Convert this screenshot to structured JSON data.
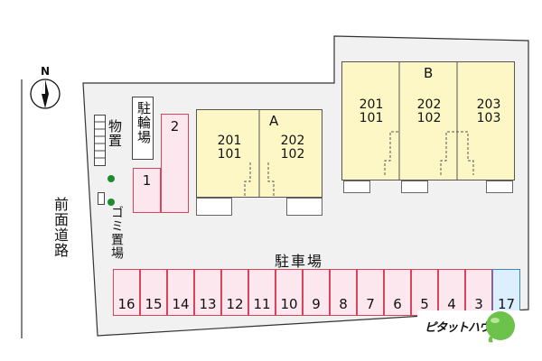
{
  "compass": {
    "label": "N"
  },
  "road": {
    "label": "前面道路"
  },
  "storage": {
    "label": "物置"
  },
  "bicycle_parking": {
    "label": "駐輪場"
  },
  "garbage": {
    "label": "ゴミ置場"
  },
  "parking_area": {
    "label": "駐車場"
  },
  "small_slots": [
    {
      "number": "1"
    },
    {
      "number": "2"
    }
  ],
  "building_a": {
    "name": "A",
    "units": [
      "201\n101",
      "202\n102"
    ]
  },
  "building_b": {
    "name": "B",
    "units": [
      "201\n101",
      "202\n102",
      "203\n103"
    ]
  },
  "bottom_slots": [
    {
      "number": "16"
    },
    {
      "number": "15"
    },
    {
      "number": "14"
    },
    {
      "number": "13"
    },
    {
      "number": "12"
    },
    {
      "number": "11"
    },
    {
      "number": "10"
    },
    {
      "number": "9"
    },
    {
      "number": "8"
    },
    {
      "number": "7"
    },
    {
      "number": "6"
    },
    {
      "number": "5"
    },
    {
      "number": "4"
    },
    {
      "number": "3"
    },
    {
      "number": "17"
    }
  ],
  "brand": {
    "label": "ピタットハウス"
  },
  "colors": {
    "slot_border": "#d8445a",
    "slot_fill": "#fde7ee",
    "slot17_border": "#3a86c8",
    "slot17_fill": "#dcefff",
    "building_fill": "#fcf7c4",
    "lot_fill": "#f1f1f1",
    "tree": "#1c8c2e",
    "brand_green": "#6cc24a"
  }
}
